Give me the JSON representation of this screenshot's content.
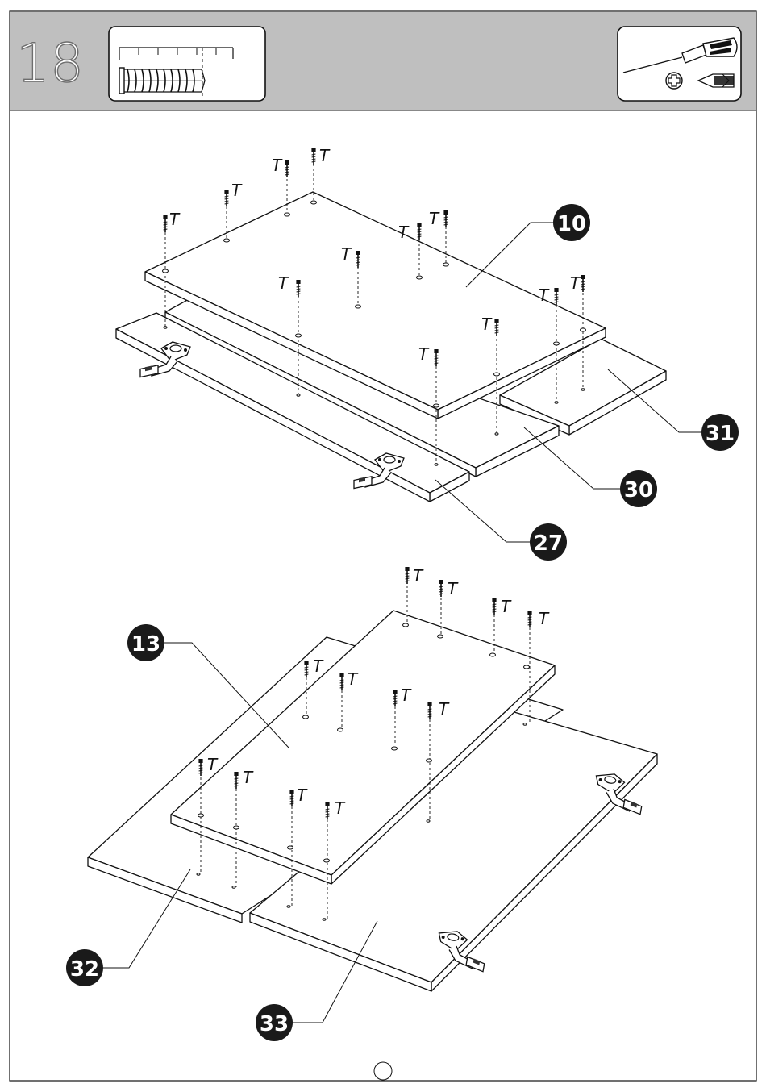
{
  "step": {
    "number": "18"
  },
  "fastener": {
    "name": "screw-icon"
  },
  "tools": {
    "name": "screwdriver-icon",
    "tip": "phillips-head-icon"
  },
  "screw_label": "T",
  "colors": {
    "header": "#bfbfbf",
    "badge": "#1a1a1a",
    "ink": "#111111"
  },
  "parts": {
    "p10": "10",
    "p31": "31",
    "p30": "30",
    "p27": "27",
    "p13": "13",
    "p32": "32",
    "p33": "33"
  }
}
